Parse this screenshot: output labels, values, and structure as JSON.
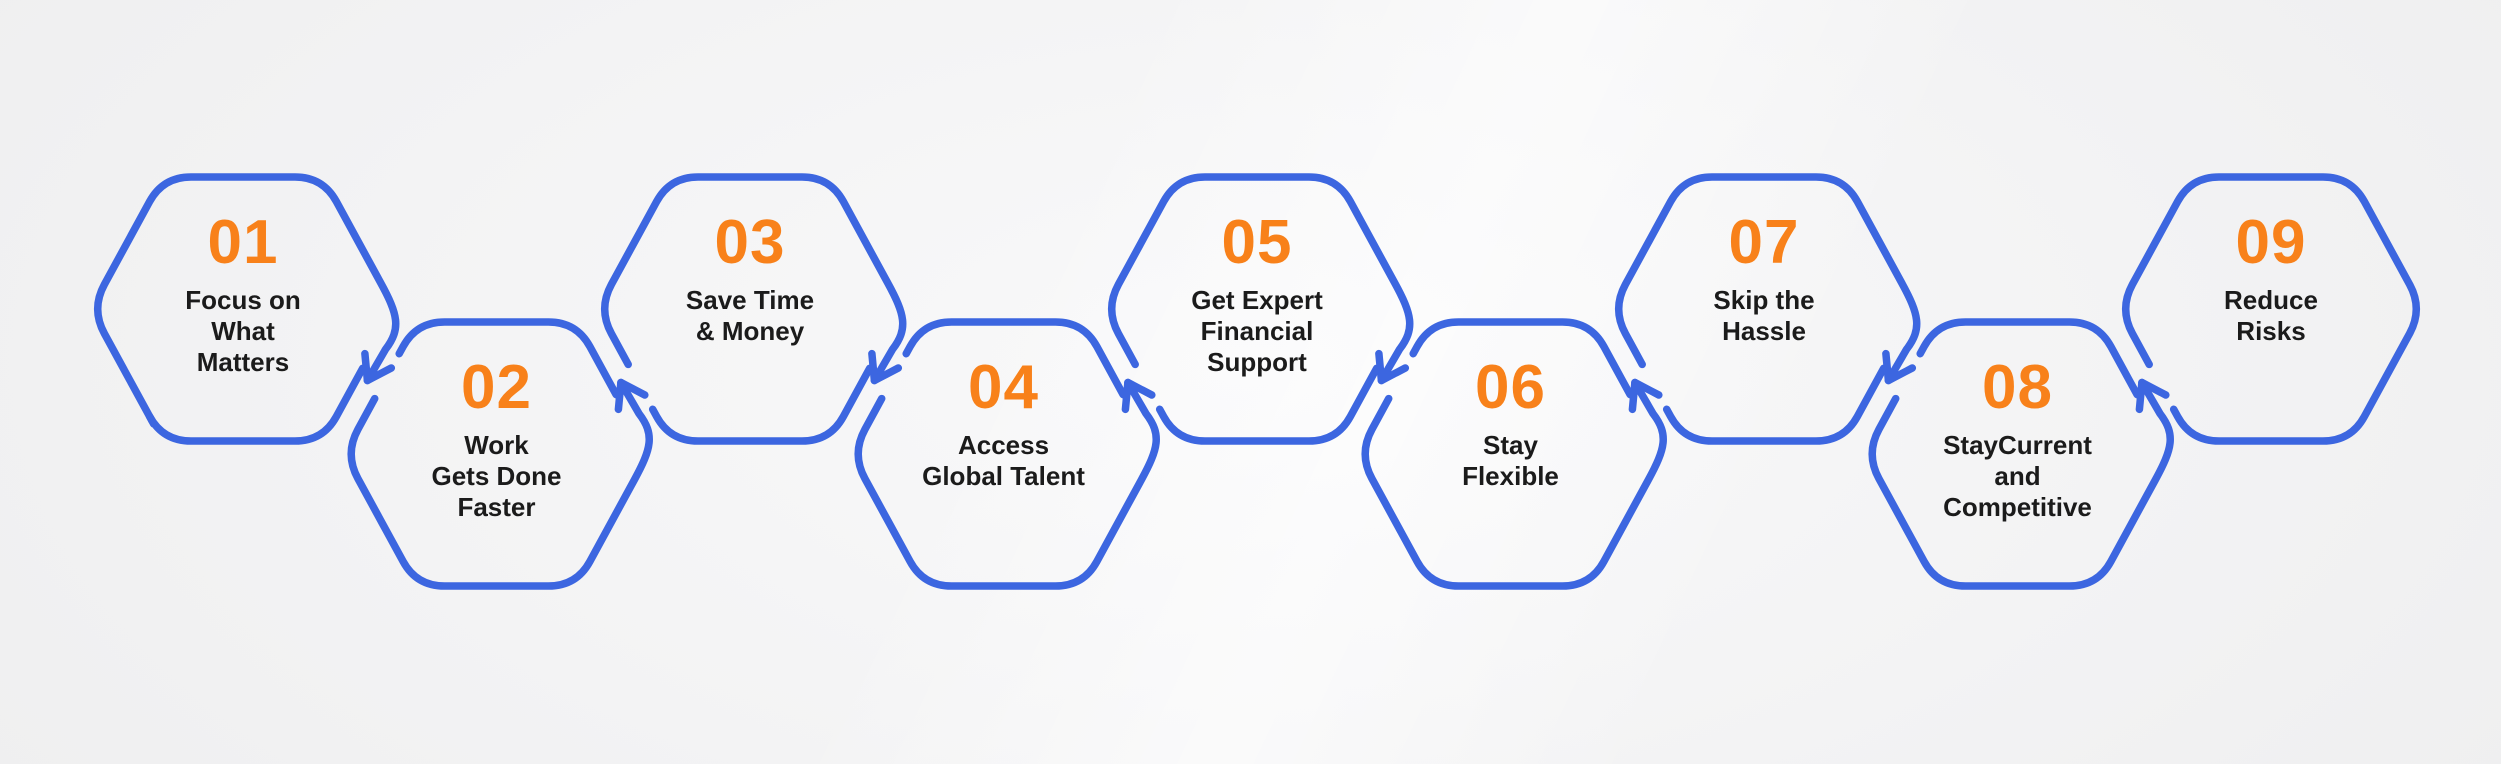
{
  "diagram": {
    "type": "hexagon-process-flow",
    "step_count": 9,
    "steps": [
      {
        "number": "01",
        "label": "Focus on\nWhat\nMatters"
      },
      {
        "number": "02",
        "label": "Work\nGets Done\nFaster"
      },
      {
        "number": "03",
        "label": "Save Time\n& Money"
      },
      {
        "number": "04",
        "label": "Access\nGlobal Talent"
      },
      {
        "number": "05",
        "label": "Get Expert\nFinancial\nSupport"
      },
      {
        "number": "06",
        "label": "Stay\nFlexible"
      },
      {
        "number": "07",
        "label": "Skip the\nHassle"
      },
      {
        "number": "08",
        "label": "StayCurrent\nand\nCompetitive"
      },
      {
        "number": "09",
        "label": "Reduce\nRisks"
      }
    ],
    "colors": {
      "outline_blue": "#3C66E0",
      "number_orange": "#F8811A",
      "label_dark": "#1B1B1B",
      "background_gray": "#F2F2F3"
    }
  }
}
